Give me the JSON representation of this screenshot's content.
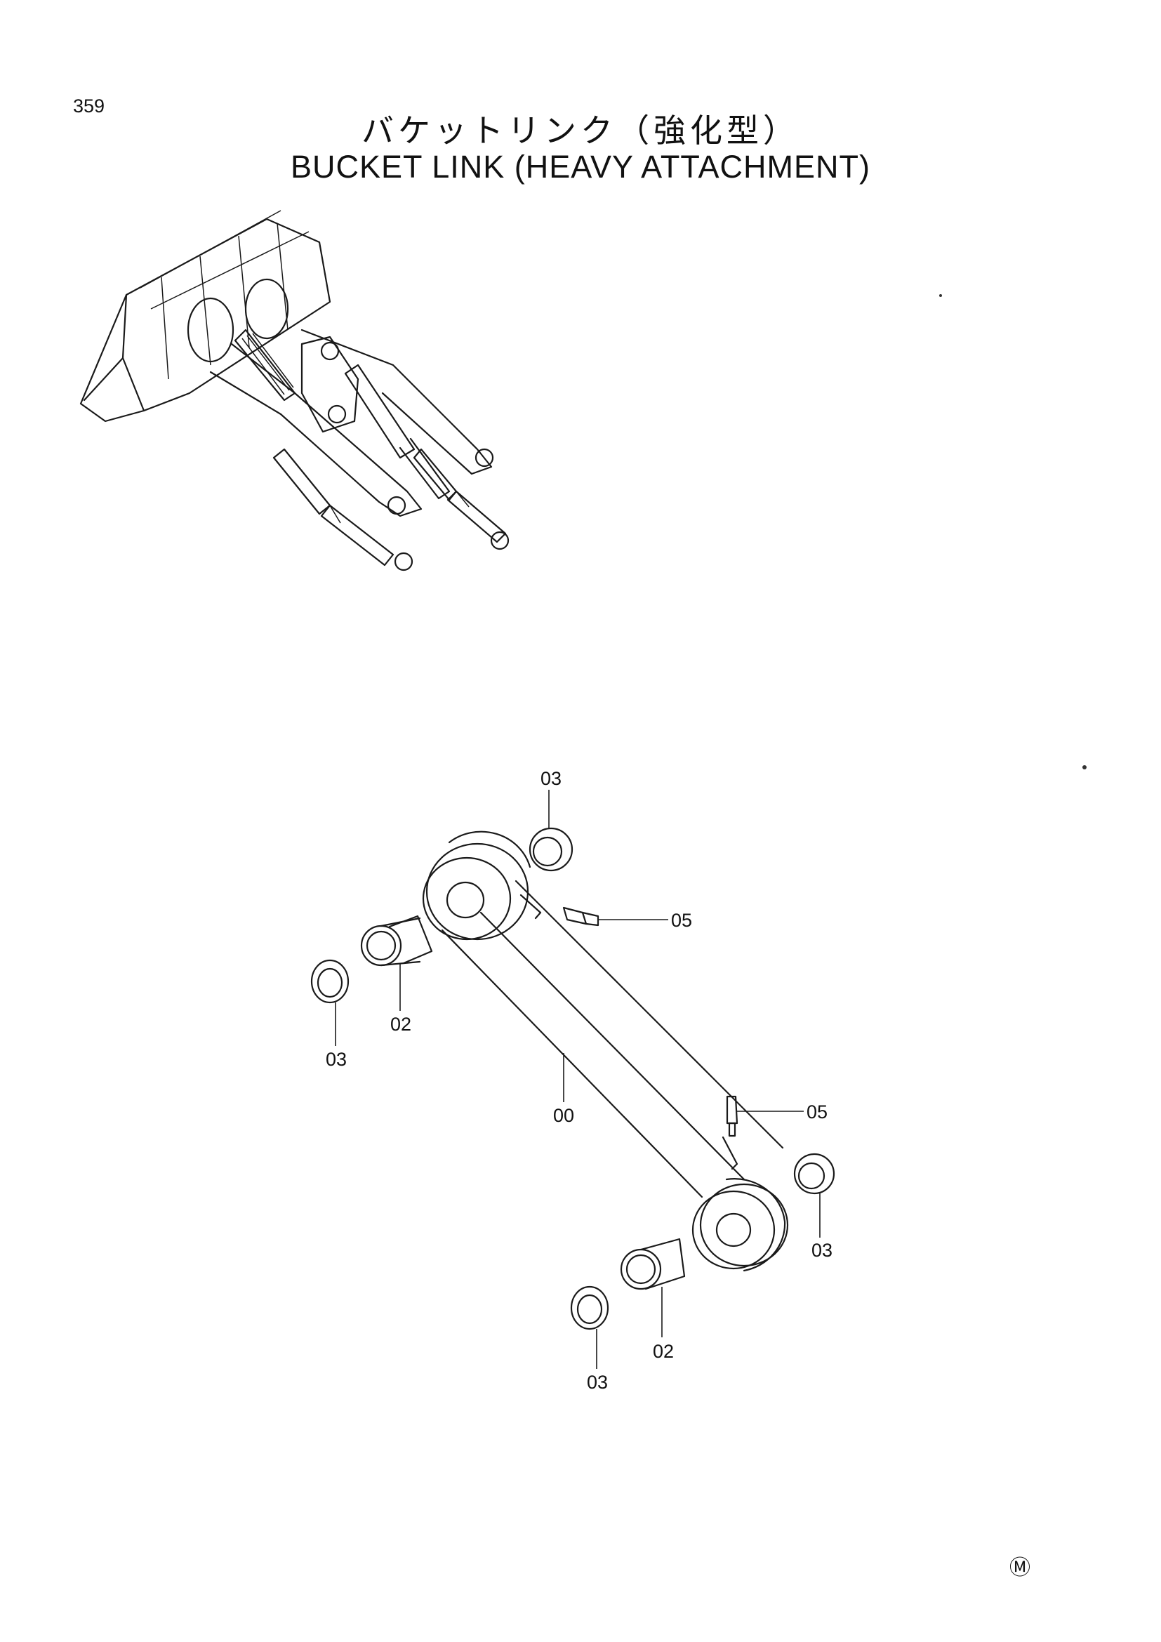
{
  "page": {
    "number": "359",
    "title_jp": "バケットリンク（強化型）",
    "title_en": "BUCKET LINK (HEAVY ATTACHMENT)",
    "corner_mark": "Ⓜ"
  },
  "parts": [
    {
      "id": "00"
    },
    {
      "id": "02"
    },
    {
      "id": "03"
    },
    {
      "id": "05"
    }
  ],
  "callouts": [
    {
      "label": "03"
    },
    {
      "label": "05"
    },
    {
      "label": "02"
    },
    {
      "label": "03"
    },
    {
      "label": "00"
    },
    {
      "label": "05"
    },
    {
      "label": "03"
    },
    {
      "label": "02"
    },
    {
      "label": "03"
    }
  ]
}
